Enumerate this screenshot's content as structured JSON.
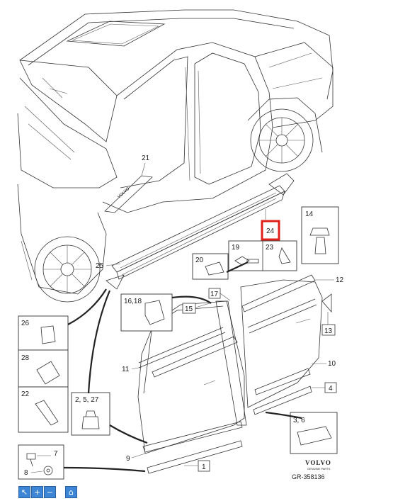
{
  "diagram": {
    "part_labels": {
      "p1": "1",
      "p4": "4",
      "p7": "7",
      "p8": "8",
      "p9": "9",
      "p10": "10",
      "p11": "11",
      "p12": "12",
      "p13": "13",
      "p14": "14",
      "p15": "15",
      "p16_18": "16,18",
      "p17": "17",
      "p19": "19",
      "p20": "20",
      "p21": "21",
      "p22": "22",
      "p23": "23",
      "p24": "24",
      "p25": "25",
      "p26": "26",
      "p28": "28",
      "p2_5_27": "2, 5, 27",
      "p3_6": "3, 6"
    },
    "highlight_color": "#e0201b",
    "sill_plate_text": "VOLVO",
    "brand": {
      "name": "VOLVO",
      "tagline": "GENUINE PARTS"
    },
    "reference": "GR-358136"
  },
  "toolbar": {
    "buttons": [
      {
        "name": "select-pointer-button",
        "icon": "cursor-icon",
        "glyph": "↖"
      },
      {
        "name": "zoom-in-button",
        "icon": "plus-icon",
        "glyph": "+"
      },
      {
        "name": "zoom-out-button",
        "icon": "minus-icon",
        "glyph": "−"
      },
      {
        "name": "home-button",
        "icon": "home-icon",
        "glyph": "⌂"
      }
    ]
  }
}
